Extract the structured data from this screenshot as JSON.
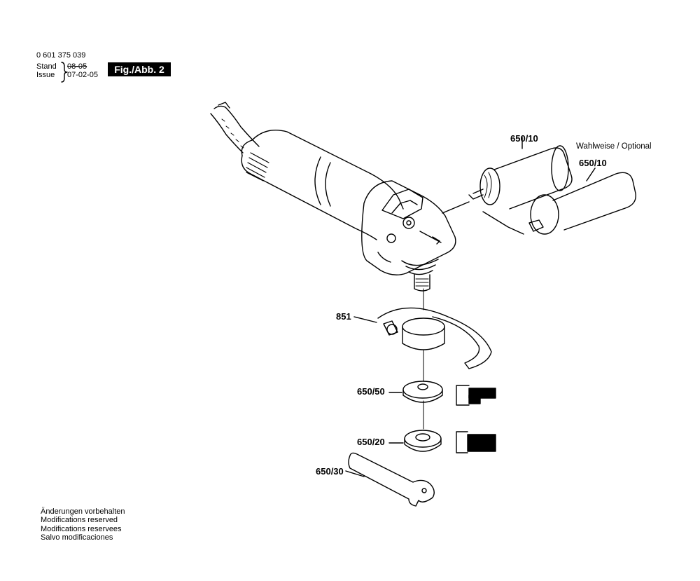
{
  "header": {
    "part_number": "0 601 375 039",
    "stand_label": "Stand",
    "stand_value": "08-05",
    "issue_label": "Issue",
    "issue_value": "07-02-05",
    "figure_label": "Fig./Abb. 2"
  },
  "callouts": {
    "handle_top": "650/10",
    "optional_note": "Wahlweise / Optional",
    "handle_bottom": "650/10",
    "guard": "851",
    "flange_top": "650/50",
    "flange_bottom": "650/20",
    "spanner": "650/30"
  },
  "footer": {
    "lines": [
      "Änderungen vorbehalten",
      "Modifications reserved",
      "Modifications reservees",
      "Salvo modificaciones"
    ]
  }
}
